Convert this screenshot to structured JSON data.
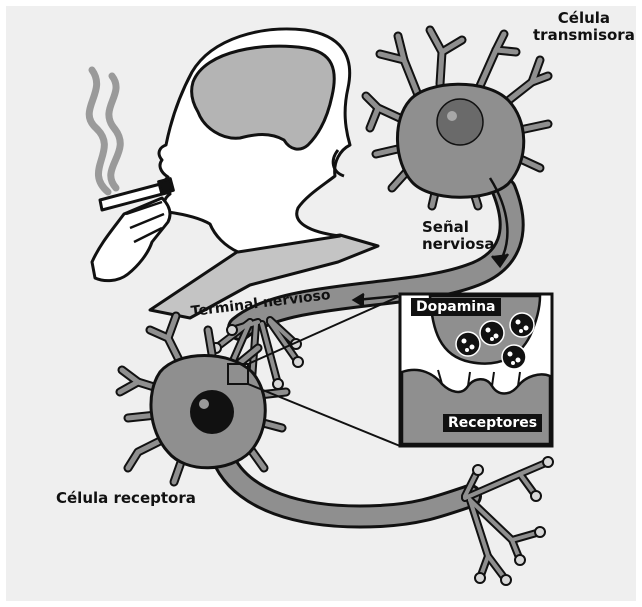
{
  "labels": {
    "transmitting_cell_line1": "Célula",
    "transmitting_cell_line2": "transmisora",
    "nerve_signal_line1": "Señal",
    "nerve_signal_line2": "nerviosa",
    "nerve_terminal": "Terminal nervioso",
    "dopamine": "Dopamina",
    "receptors": "Receptores",
    "receiving_cell": "Célula receptora"
  },
  "icons": {
    "smoker": "smoking-person-icon",
    "transmitting_neuron": "neuron-icon",
    "receiving_neuron": "neuron-icon",
    "synapse": "synapse-zoom-icon",
    "dopamine": "dopamine-molecule-icon"
  },
  "colors": {
    "background": "#efefef",
    "neuron_fill": "#8f8f8f",
    "neuron_outline": "#111111",
    "head_fill": "#ffffff",
    "brain_fill": "#b4b4b4",
    "smoke": "#9a9a9a",
    "label_box": "#111111"
  }
}
